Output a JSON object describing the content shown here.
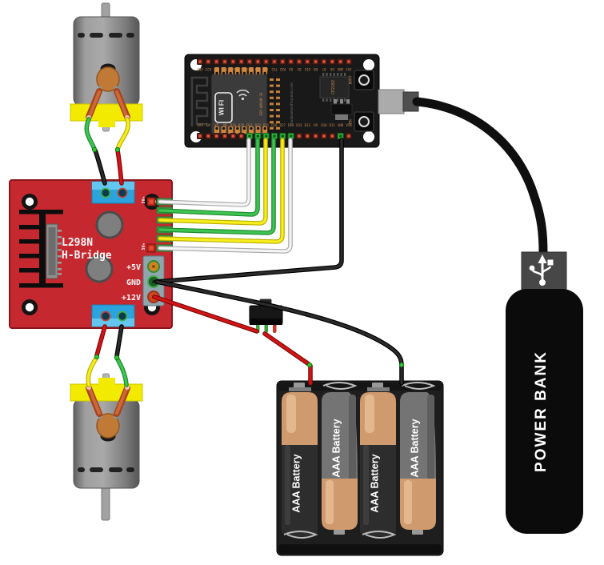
{
  "colors": {
    "pcb_red": "#c5282f",
    "terminal_blue": "#2ba3dc",
    "header_green": "#3f9b47",
    "esp_board_black": "#191919",
    "esp_pad_orange": "#d4883c",
    "wire_green": "#3ec452",
    "wire_yellow": "#f7ee1d",
    "wire_red": "#d41414",
    "wire_black": "#2b2b2b",
    "wire_white": "#f4f4f4",
    "motor_yellow": "#f2ea00",
    "motor_gray": "#8f8f8f",
    "connector_orange": "#c17a36",
    "battery_copper": "#cf9a6e",
    "power_bank_black": "#0b0b0b"
  },
  "l298n": {
    "title_line1": "L298N",
    "title_line2": "H-Bridge",
    "power_labels": [
      "+5V",
      "GND",
      "+12V"
    ],
    "jumper_label": "5V+"
  },
  "esp32": {
    "wifi_label": "WI FI",
    "module_label": "ESP-WROOM-32",
    "usb_chip_label": "CP2102",
    "watermark": "RandomNerdTutorials.com",
    "boot_button_label": "BOOT",
    "en_button_label": "EN",
    "top_pins": [
      "GND",
      "D23",
      "D22",
      "TX0",
      "RX0",
      "D21",
      "D19",
      "D18",
      "D5",
      "TX2",
      "RX2",
      "D4",
      "D2",
      "D15",
      "D8",
      "D7",
      "D6",
      "GND",
      "3V3"
    ],
    "bottom_pins": [
      "3V3",
      "EN",
      "VP",
      "VN",
      "D34",
      "D35",
      "D32",
      "D33",
      "D25",
      "D26",
      "D27",
      "D14",
      "D12",
      "D13",
      "D9",
      "D10",
      "D11",
      "GND",
      "VIN"
    ]
  },
  "battery_pack": {
    "cells": [
      {
        "label": "AAA Battery"
      },
      {
        "label": "AAA Battery"
      },
      {
        "label": "AAA Battery"
      },
      {
        "label": "AAA Battery"
      }
    ]
  },
  "power_bank": {
    "label": "POWER BANK"
  },
  "connections": [
    {
      "id": "motor-top-to-l298n",
      "colors": [
        "green-to-black",
        "yellow-to-red"
      ],
      "to": "l298n-top-terminal"
    },
    {
      "id": "motor-bottom-to-l298n",
      "colors": [
        "red-to-yellow",
        "black-to-green"
      ],
      "to": "l298n-bottom-terminal"
    },
    {
      "id": "l298n-signals-to-esp32",
      "colors": [
        "white",
        "green",
        "yellow",
        "green",
        "yellow",
        "white"
      ]
    },
    {
      "id": "l298n-gnd-to-esp32-gnd",
      "color": "black"
    },
    {
      "id": "l298n-gnd-to-battery-negative",
      "color": "black"
    },
    {
      "id": "l298n-12v-to-switch",
      "color": "red"
    },
    {
      "id": "switch-to-battery-positive",
      "color": "red"
    },
    {
      "id": "esp32-usb-to-power-bank",
      "color": "black-usb-cable"
    }
  ]
}
